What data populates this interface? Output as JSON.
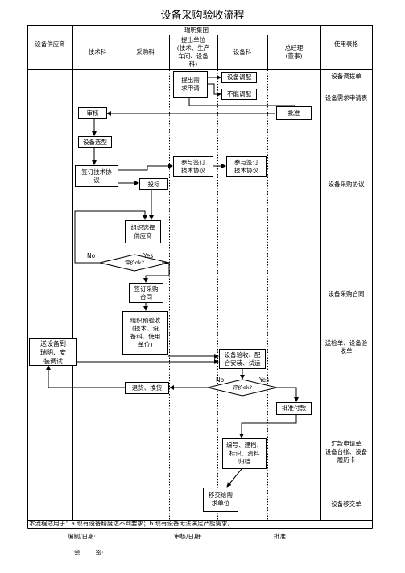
{
  "title": "设备采购验收流程",
  "header": {
    "supplier": "设备供应商",
    "group": "瑞明集团",
    "tech": "技术科",
    "purchase": "采购科",
    "requester": "提出单位\n(技术、生产\n车间、设备\n科)",
    "equipment": "设备科",
    "manager": "总经理\n(董事)",
    "forms": "使用表格"
  },
  "nodes": {
    "request": "提出需\n求申请",
    "allocate": "设备调配",
    "cannot_allocate": "不能调配",
    "review": "审核",
    "approve": "批准",
    "selection": "设备选型",
    "sign_tech": "签订技术协\n议",
    "join_sign_1": "参与签订\n技术协议",
    "join_sign_2": "参与签订\n技术协议",
    "bidding": "投标",
    "choose_supplier": "组织选择\n供应商",
    "eval_1": "评价ok?",
    "eval_1_no": "No",
    "eval_1_yes": "Yes",
    "sign_contract": "签订采购\n合同",
    "pre_accept": "组织预验收\n(技术、设\n备科、使用\n单位)",
    "deliver": "送设备到\n瑞明、安\n装调试",
    "accept": "设备验收、配\n合安装、试运",
    "eval_2": "评价ok?",
    "eval_2_no": "No",
    "eval_2_yes": "Yes",
    "return": "退货、换货",
    "approve_pay": "批准付款",
    "archive": "编号、建档、\n标识、资料\n归档",
    "handover": "移交给需\n求单位"
  },
  "forms": {
    "f1": "设备调拨单",
    "f2": "设备需求申请表",
    "f3": "设备采购协议",
    "f4": "设备采购合同",
    "f5": "送检单、设备验\n收单",
    "f6": "汇款申请单\n设备台帐、设备\n履历卡",
    "f7": "设备移交单"
  },
  "footer": {
    "scope": "本流程适用于：a.现有设备精度达不到要求；b.现有设备无法满足产能需求。",
    "prepared": "编制/日期:",
    "reviewed": "审核/日期:",
    "approved": "批准:",
    "sign": "会        签:"
  }
}
